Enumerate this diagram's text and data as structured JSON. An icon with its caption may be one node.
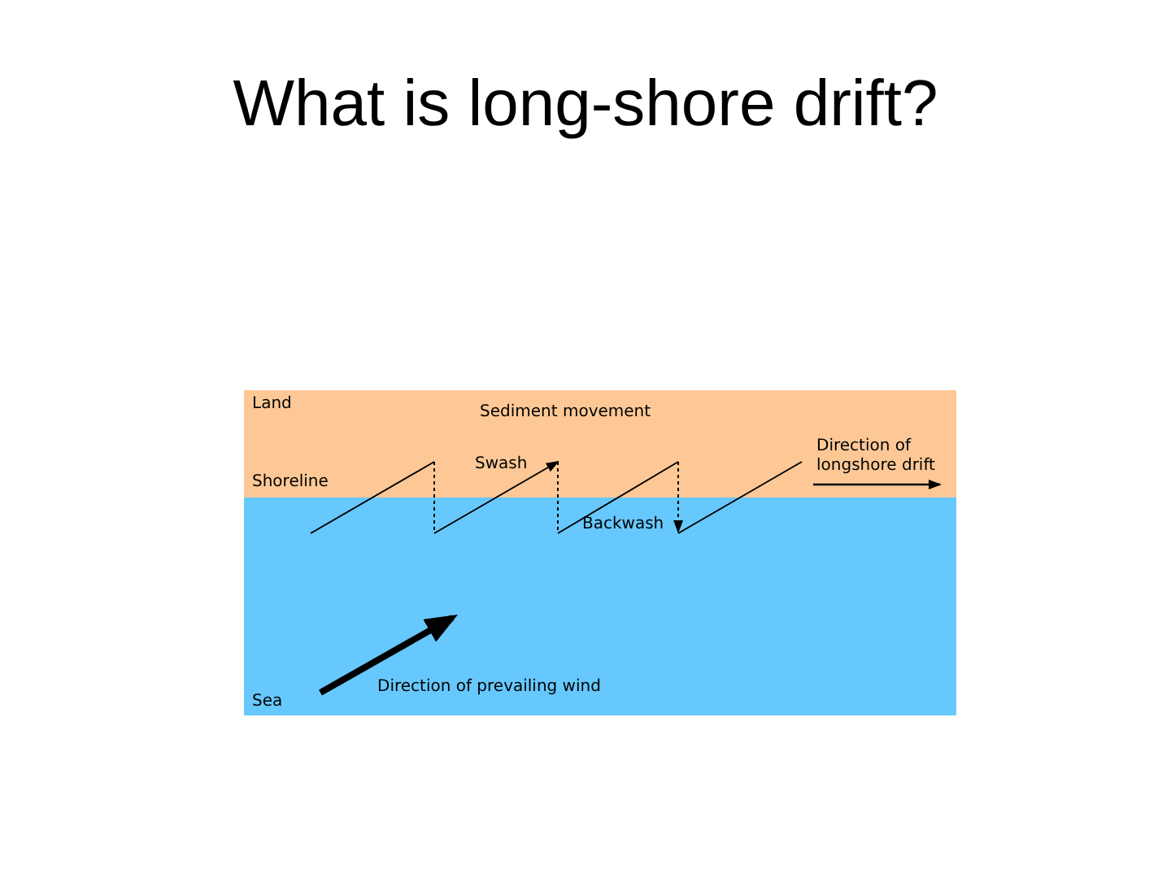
{
  "diagram": {
    "title": "What is long-shore drift?",
    "labels": [
      "Land",
      "Sediment movement",
      "Shoreline",
      "Swash",
      "Direction of longshore drift",
      "Backwash",
      "Sea",
      "Direction of prevailing wind"
    ]
  }
}
